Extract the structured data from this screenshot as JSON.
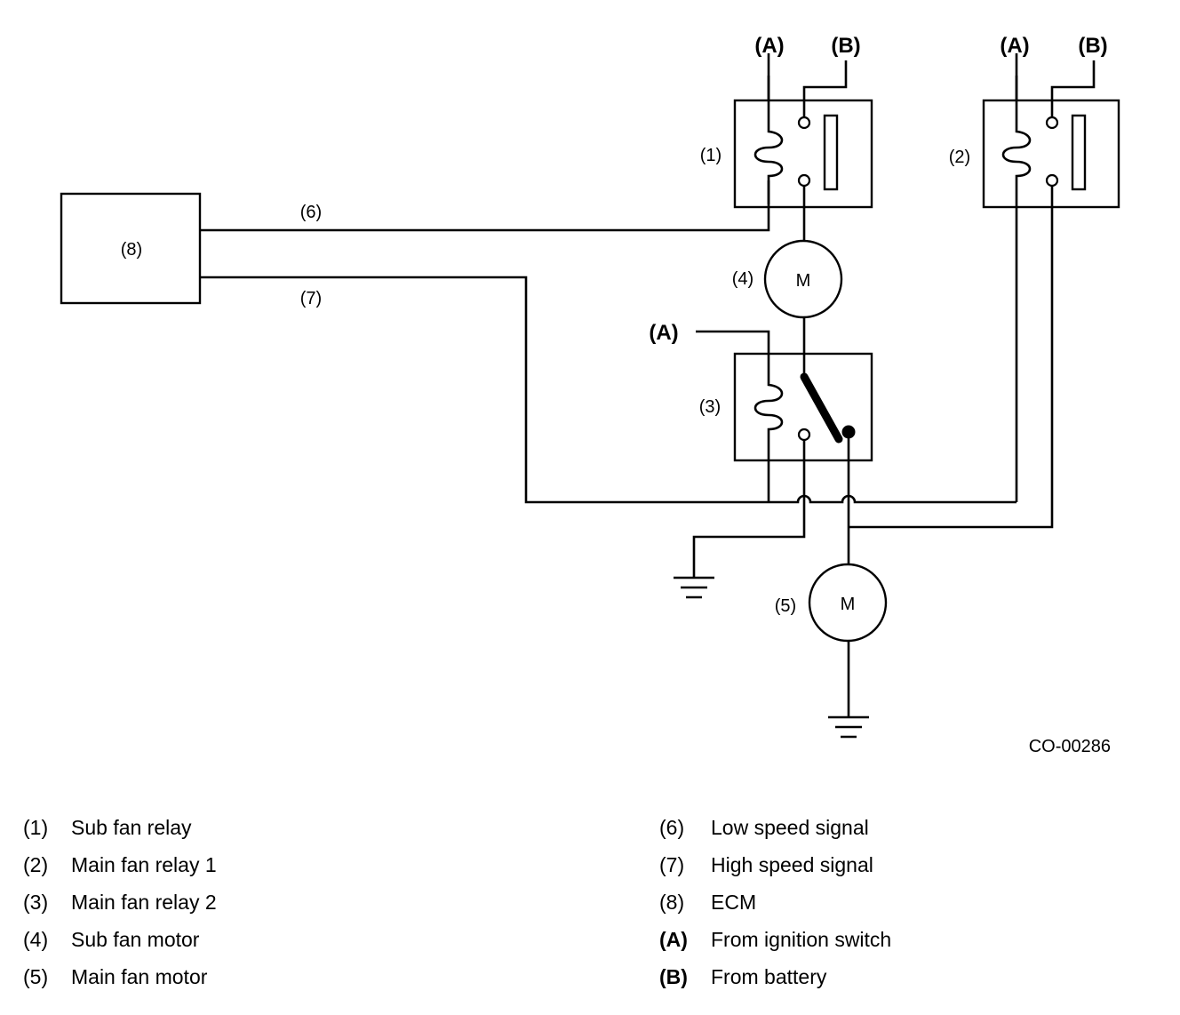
{
  "diagram": {
    "ecm_label": "(8)",
    "low_signal_label": "(6)",
    "high_signal_label": "(7)",
    "sub_fan_relay_label": "(1)",
    "main_fan_relay1_label": "(2)",
    "main_fan_relay2_label": "(3)",
    "sub_fan_motor_label": "(4)",
    "main_fan_motor_label": "(5)",
    "motor_symbol": "M",
    "terminal_a": "(A)",
    "terminal_b": "(B)",
    "figure_code": "CO-00286"
  },
  "legend": {
    "left": [
      {
        "code": "(1)",
        "text": "Sub fan relay"
      },
      {
        "code": "(2)",
        "text": "Main fan relay 1"
      },
      {
        "code": "(3)",
        "text": "Main fan relay 2"
      },
      {
        "code": "(4)",
        "text": "Sub fan motor"
      },
      {
        "code": "(5)",
        "text": "Main fan motor"
      }
    ],
    "right": [
      {
        "code": "(6)",
        "text": "Low speed signal"
      },
      {
        "code": "(7)",
        "text": "High speed signal"
      },
      {
        "code": "(8)",
        "text": "ECM"
      },
      {
        "code": "(A)",
        "text": "From ignition switch"
      },
      {
        "code": "(B)",
        "text": "From battery"
      }
    ]
  }
}
